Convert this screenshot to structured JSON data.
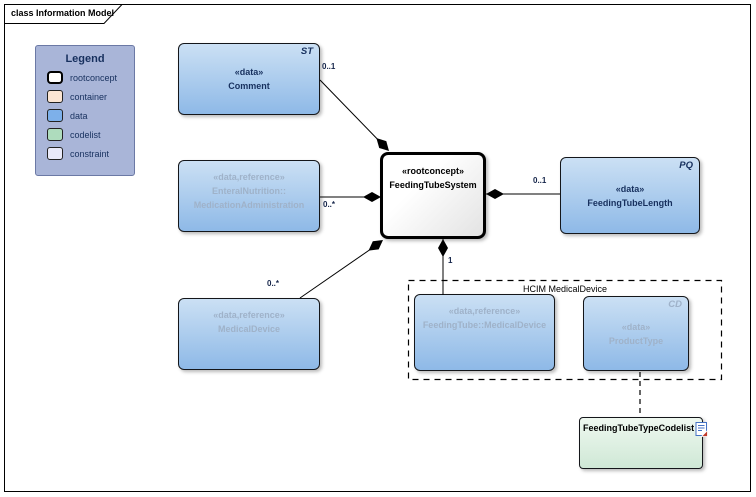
{
  "frame": {
    "title": "class Information Model"
  },
  "legend": {
    "title": "Legend",
    "items": [
      {
        "label": "rootconcept",
        "color": "#ffffff"
      },
      {
        "label": "container",
        "color": "#fbe5d3"
      },
      {
        "label": "data",
        "color": "#7db0ea"
      },
      {
        "label": "codelist",
        "color": "#aedcbd"
      },
      {
        "label": "constraint",
        "color": "#e9eafa"
      }
    ]
  },
  "nodes": {
    "comment": {
      "stereotype": "«data»",
      "name": "Comment",
      "type_badge": "ST"
    },
    "medication_administration": {
      "stereotype": "«data,reference»",
      "name_line1": "EnteralNutrition::",
      "name_line2": "MedicationAdministration"
    },
    "medical_device": {
      "stereotype": "«data,reference»",
      "name": "MedicalDevice"
    },
    "feeding_tube_system": {
      "stereotype": "«rootconcept»",
      "name": "FeedingTubeSystem"
    },
    "feeding_tube_length": {
      "stereotype": "«data»",
      "name": "FeedingTubeLength",
      "type_badge": "PQ"
    },
    "hcim_container": {
      "label": "HCIM MedicalDevice"
    },
    "feeding_tube_medical_device": {
      "stereotype": "«data,reference»",
      "name": "FeedingTube::MedicalDevice"
    },
    "product_type": {
      "stereotype": "«data»",
      "name": "ProductType",
      "type_badge": "CD"
    },
    "codelist": {
      "name": "FeedingTubeTypeCodelist"
    }
  },
  "multiplicities": {
    "comment": "0..1",
    "medication_administration": "0..*",
    "medical_device": "0..*",
    "feeding_tube_length": "0..1",
    "feeding_tube_medical_device": "1"
  },
  "colors": {
    "data_fill_top": "#cbe0f4",
    "data_fill_bottom": "#8eb9e7",
    "rootconcept_fill": "#ffffff",
    "codelist_fill_bottom": "#cfe8d6",
    "legend_bg": "#a9b5d8",
    "text_navy": "#17305e",
    "reference_text_faded": "#9fb2c9",
    "connector": "#000000"
  }
}
